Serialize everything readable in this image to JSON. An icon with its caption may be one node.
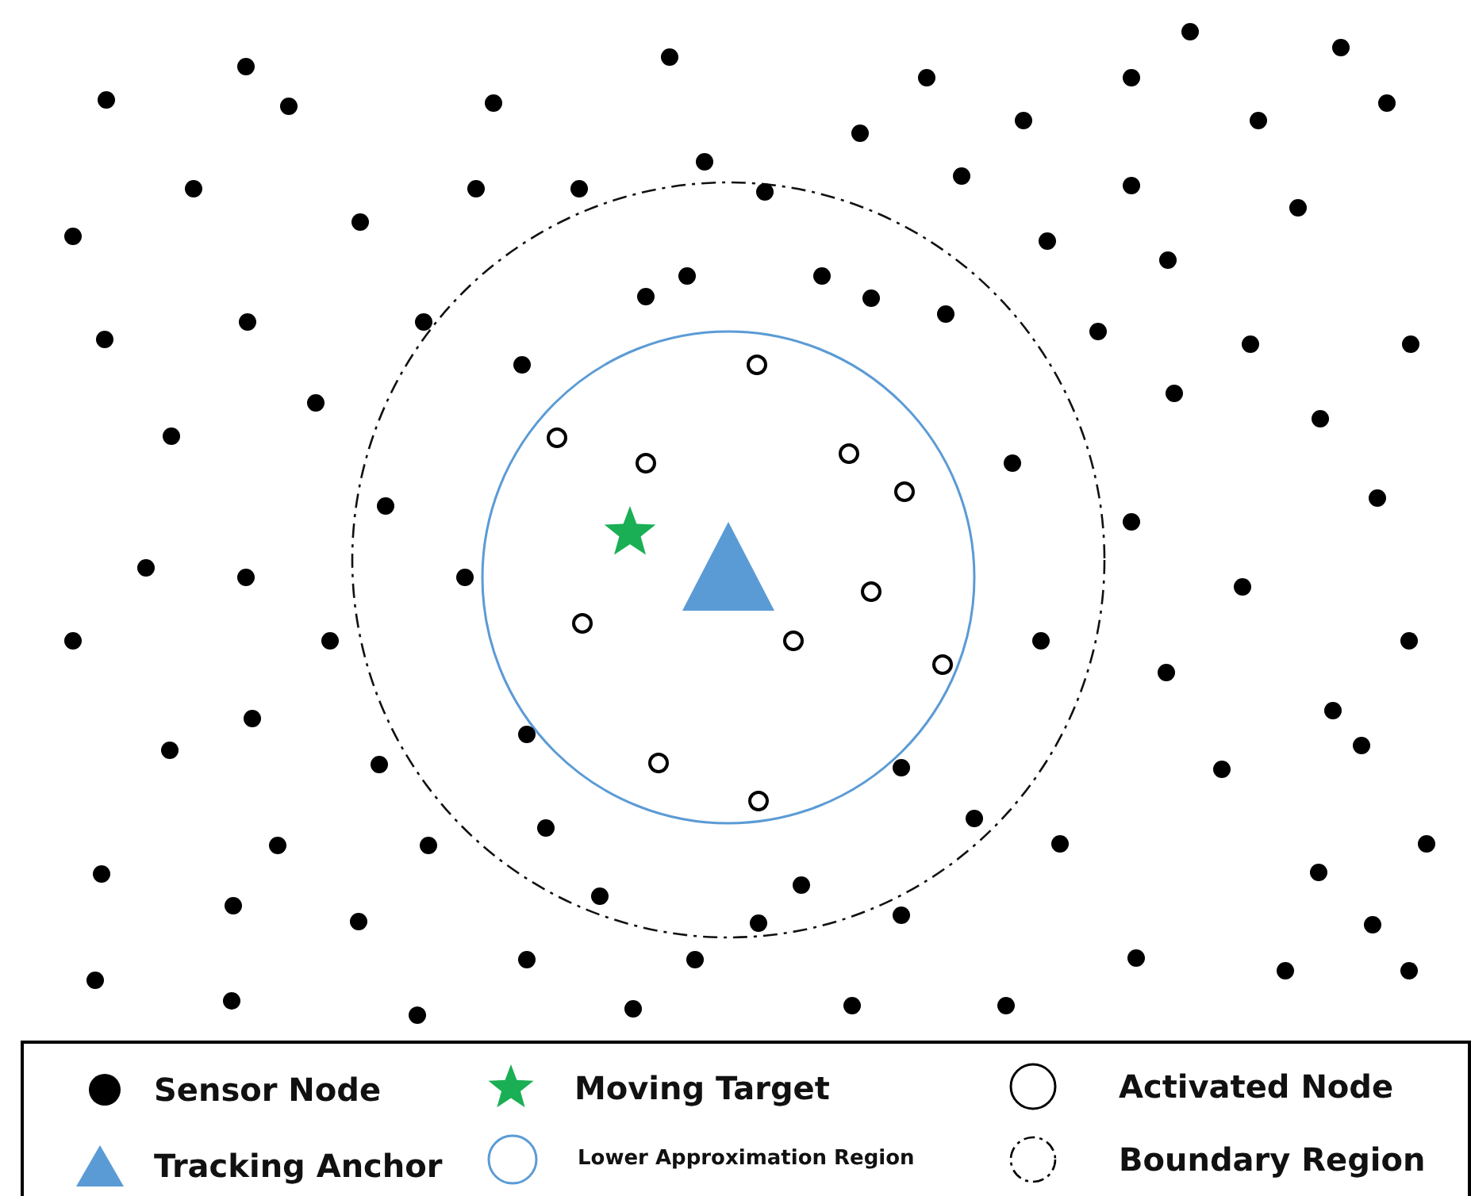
{
  "diagram": {
    "legend": [
      {
        "text": "Sensor Node"
      },
      {
        "text": "Moving Target"
      },
      {
        "text": "Activated Node"
      },
      {
        "text": "Tracking Anchor"
      },
      {
        "text": "Lower Approximation Region"
      },
      {
        "text": "Boundary Region"
      }
    ]
  }
}
